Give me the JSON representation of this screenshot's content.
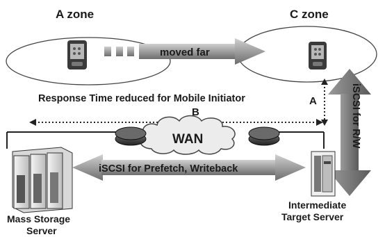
{
  "zones": {
    "a_zone_label": "A zone",
    "c_zone_label": "C zone"
  },
  "arrows": {
    "moved_far_label": "moved far",
    "iscsi_rw_label": "iSCSI for R/W",
    "prefetch_label": "iSCSI for Prefetch, Writeback",
    "path_b_label": "B",
    "path_a_label": "A"
  },
  "network": {
    "wan_label": "WAN"
  },
  "captions": {
    "response_time": "Response Time reduced for Mobile Initiator"
  },
  "servers": {
    "mass_storage_line1": "Mass Storage",
    "mass_storage_line2": "Server",
    "intermediate_line1": "Intermediate",
    "intermediate_line2": "Target Server"
  },
  "icons": {
    "mobile_device": "pda-icon",
    "router": "router-icon",
    "cloud": "wan-cloud-icon",
    "storage_server": "server-rack-icon"
  }
}
